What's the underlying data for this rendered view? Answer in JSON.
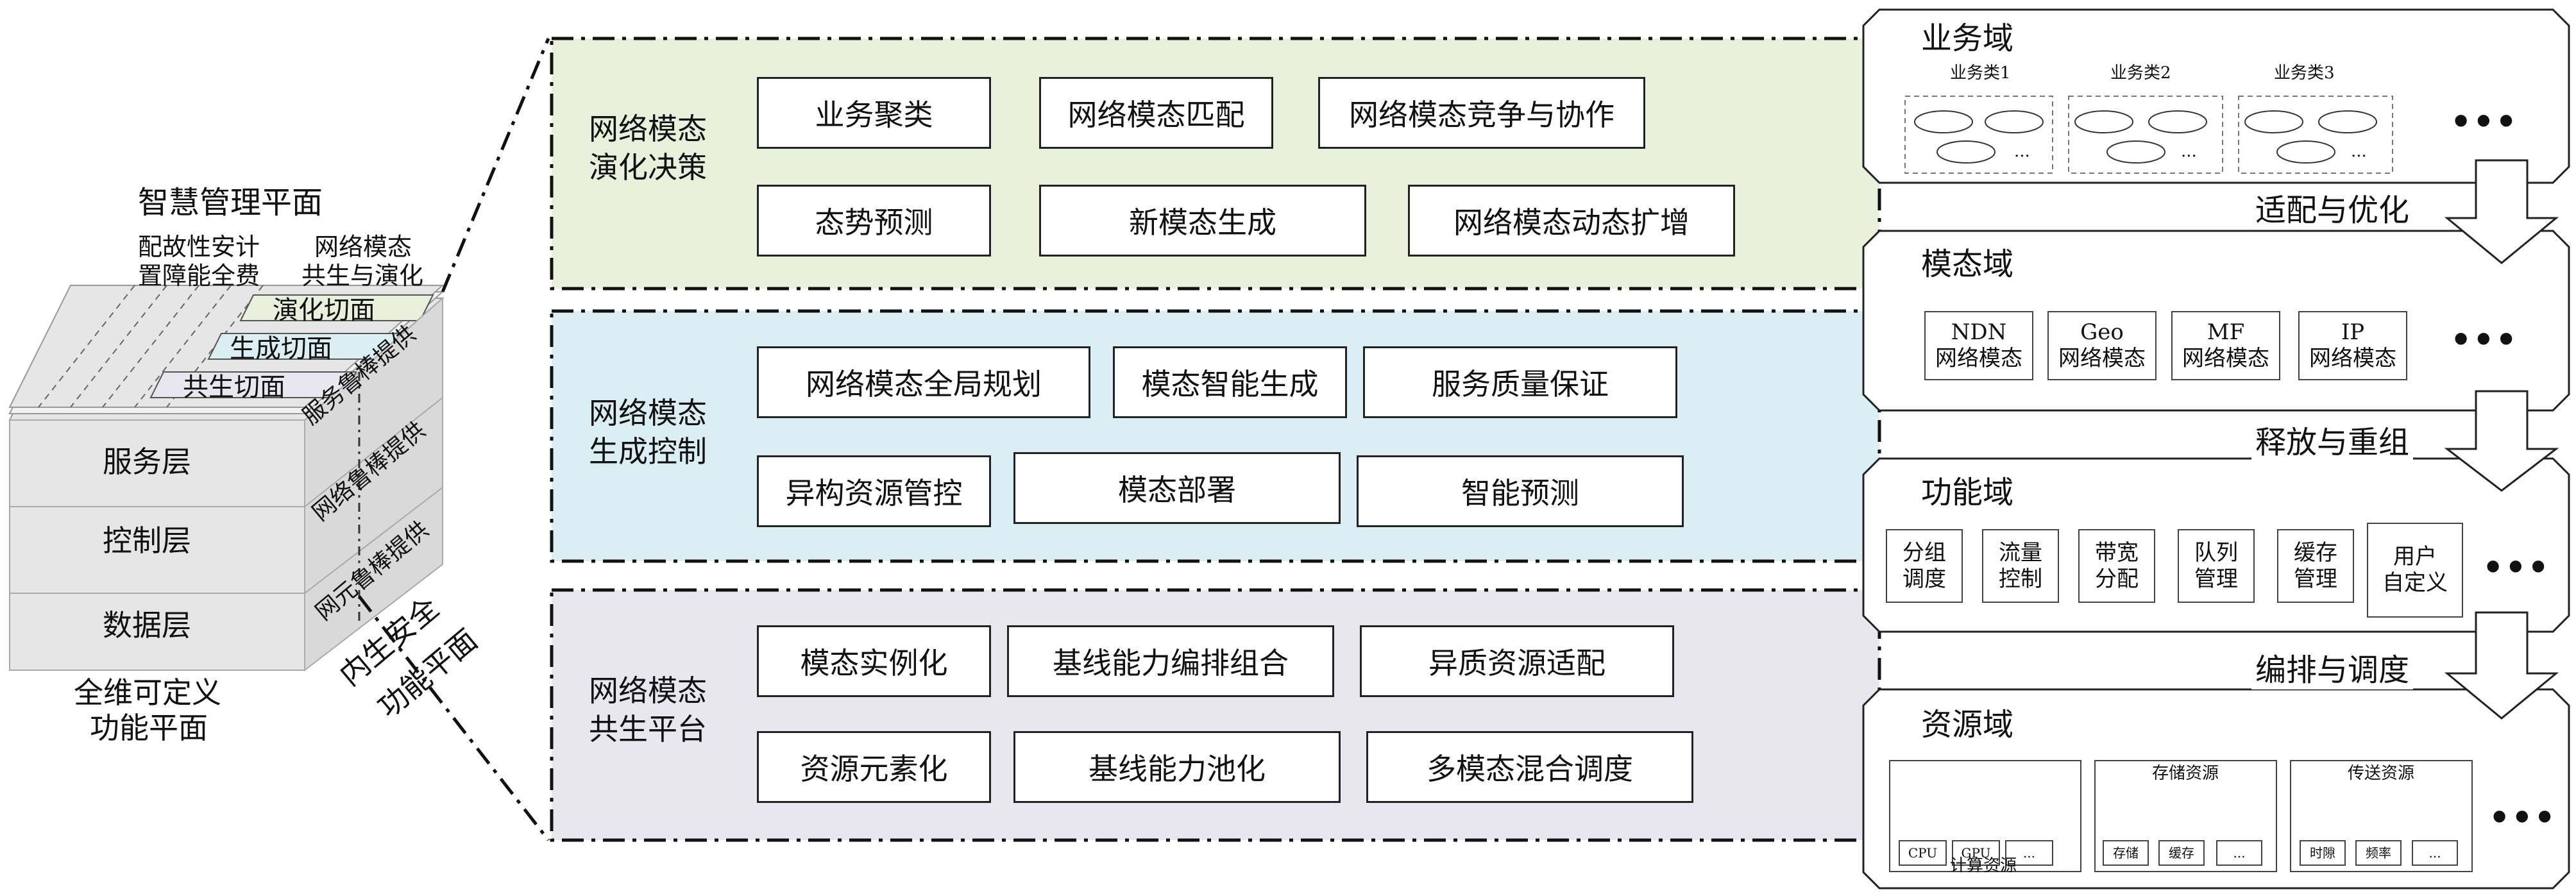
{
  "left": {
    "top_plane_title": "智慧管理平面",
    "mgmt_label_1": "配故性安计",
    "mgmt_label_2": "置障能全费",
    "coexist_label_1": "网络模态",
    "coexist_label_2": "共生与演化",
    "slices": [
      "演化切面",
      "生成切面",
      "共生切面"
    ],
    "layers": [
      "服务层",
      "控制层",
      "数据层"
    ],
    "side_labels": [
      "服务鲁棒提供",
      "网络鲁棒提供",
      "网元鲁棒提供"
    ],
    "bottom_label_1": "全维可定义",
    "bottom_label_2": "功能平面",
    "security_label_1": "内生安全",
    "security_label_2": "功能平面"
  },
  "middle": {
    "panels": [
      {
        "title_1": "网络模态",
        "title_2": "演化决策",
        "color": "#e9f0dc",
        "row1": [
          "业务聚类",
          "网络模态匹配",
          "网络模态竞争与协作"
        ],
        "row2": [
          "态势预测",
          "新模态生成",
          "网络模态动态扩增"
        ]
      },
      {
        "title_1": "网络模态",
        "title_2": "生成控制",
        "color": "#dbeef4",
        "row1": [
          "网络模态全局规划",
          "模态智能生成",
          "服务质量保证"
        ],
        "row2": [
          "异构资源管控",
          "模态部署",
          "智能预测"
        ]
      },
      {
        "title_1": "网络模态",
        "title_2": "共生平台",
        "color": "#e8e6ef",
        "row1": [
          "模态实例化",
          "基线能力编排组合",
          "异质资源适配"
        ],
        "row2": [
          "资源元素化",
          "基线能力池化",
          "多模态混合调度"
        ]
      }
    ]
  },
  "right": {
    "business": {
      "title": "业务域",
      "classes": [
        "业务类1",
        "业务类2",
        "业务类3"
      ],
      "dots": "...",
      "more": "•••"
    },
    "arrow1": "适配与优化",
    "modal": {
      "title": "模态域",
      "items": [
        {
          "top": "NDN",
          "bottom": "网络模态"
        },
        {
          "top": "Geo",
          "bottom": "网络模态"
        },
        {
          "top": "MF",
          "bottom": "网络模态"
        },
        {
          "top": "IP",
          "bottom": "网络模态"
        }
      ],
      "more": "•••"
    },
    "arrow2": "释放与重组",
    "function": {
      "title": "功能域",
      "items": [
        {
          "top": "分组",
          "bottom": "调度"
        },
        {
          "top": "流量",
          "bottom": "控制"
        },
        {
          "top": "带宽",
          "bottom": "分配"
        },
        {
          "top": "队列",
          "bottom": "管理"
        },
        {
          "top": "缓存",
          "bottom": "管理"
        },
        {
          "top": "用户",
          "bottom": "自定义"
        }
      ],
      "more": "•••"
    },
    "arrow3": "编排与调度",
    "resource": {
      "title": "资源域",
      "compute": {
        "items": [
          "CPU",
          "GPU",
          "..."
        ],
        "caption": "计算资源"
      },
      "storage": {
        "title": "存储资源",
        "items": [
          "存储",
          "缓存",
          "..."
        ]
      },
      "transfer": {
        "title": "传送资源",
        "items": [
          "时隙",
          "频率",
          "..."
        ]
      },
      "more": "•••"
    }
  }
}
